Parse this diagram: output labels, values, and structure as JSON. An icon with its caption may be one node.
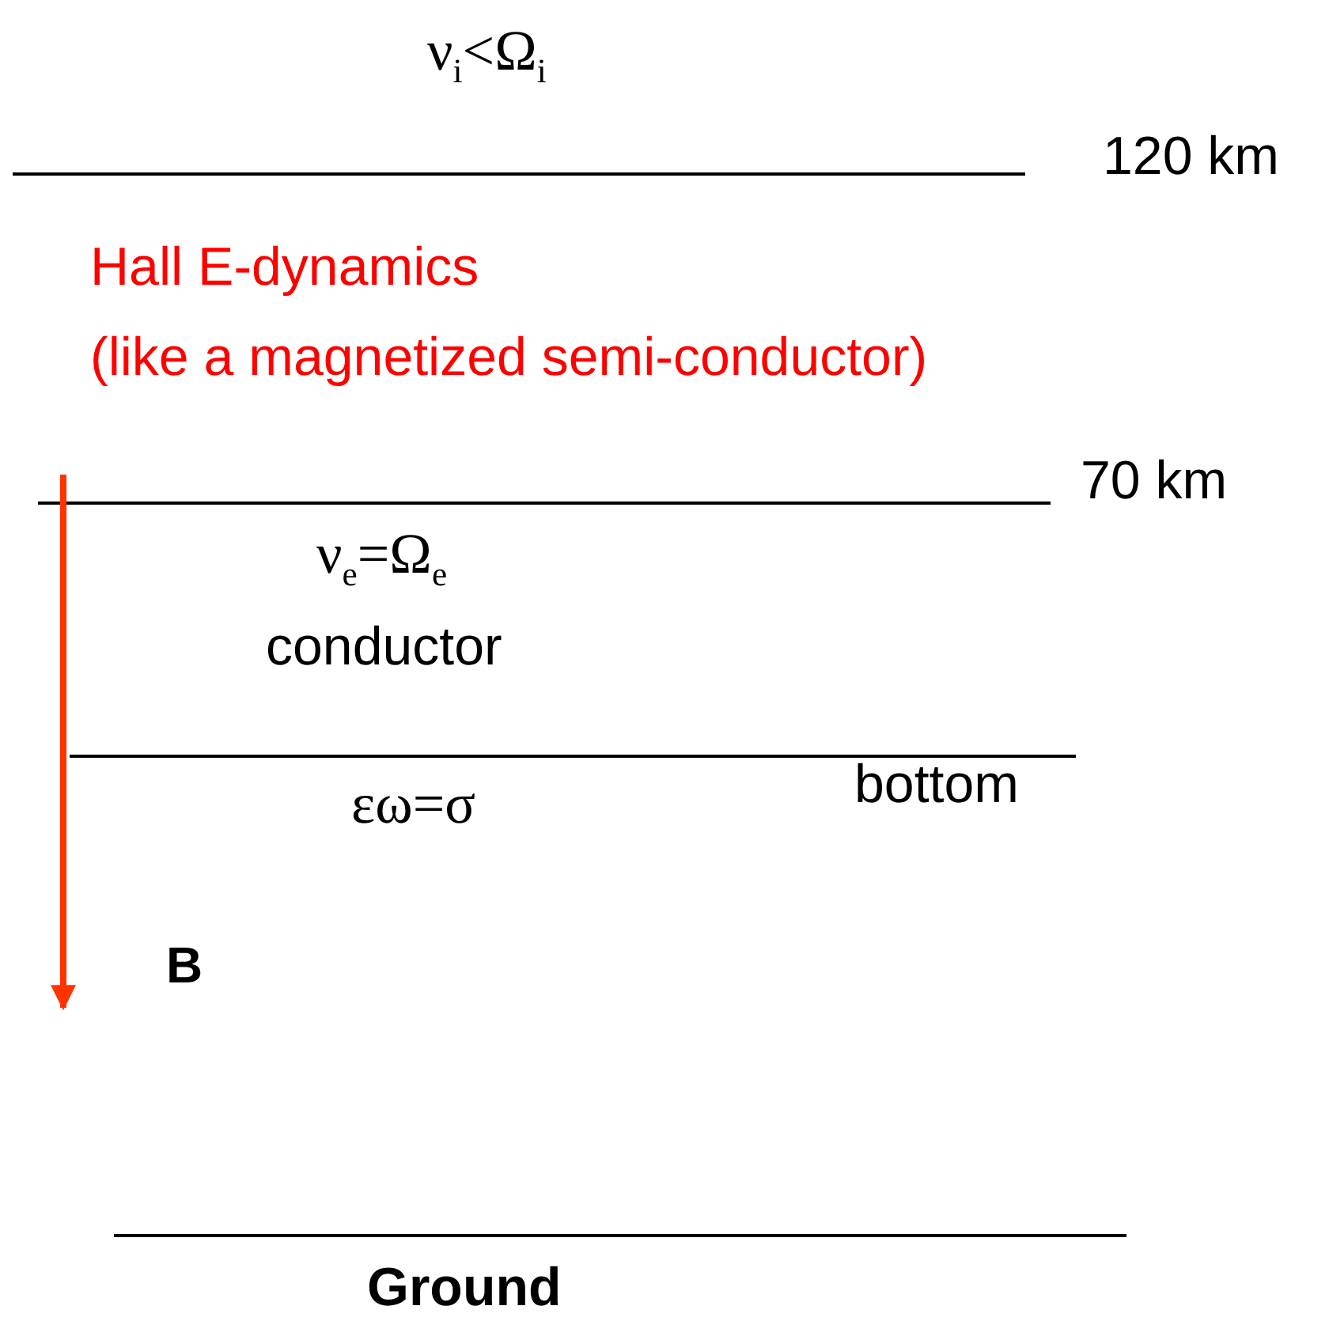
{
  "diagram": {
    "labels": [
      "ν$_{i}$<Ω$_{i}$",
      "120 km",
      "Hall E-dynamics",
      "(like a magnetized semi-conductor)",
      "70 km",
      "ν$_{e}$=Ω$_{e}$",
      "conductor",
      "εω=σ",
      "bottom",
      "B",
      "Ground"
    ]
  }
}
